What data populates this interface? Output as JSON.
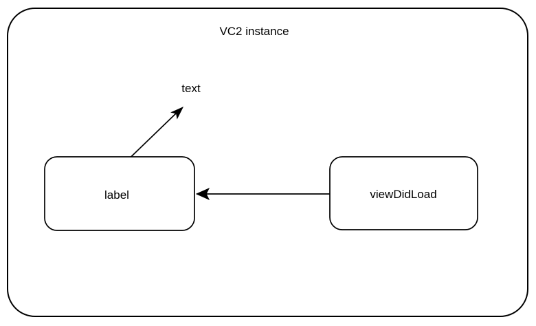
{
  "diagram": {
    "title": "VC2 instance",
    "container": {
      "label": "VC2 instance",
      "shape": "rounded-rectangle"
    },
    "nodes": [
      {
        "id": "label",
        "label": "label",
        "shape": "rounded-rectangle"
      },
      {
        "id": "viewDidLoad",
        "label": "viewDidLoad",
        "shape": "rounded-rectangle"
      }
    ],
    "annotations": [
      {
        "id": "text",
        "label": "text"
      }
    ],
    "edges": [
      {
        "from": "viewDidLoad",
        "to": "label",
        "style": "solid-arrow",
        "direction": "right-to-left"
      },
      {
        "from": "label",
        "to": "text",
        "style": "solid-arrow",
        "direction": "up-right"
      }
    ],
    "colors": {
      "stroke": "#000000",
      "fill": "#ffffff"
    }
  }
}
